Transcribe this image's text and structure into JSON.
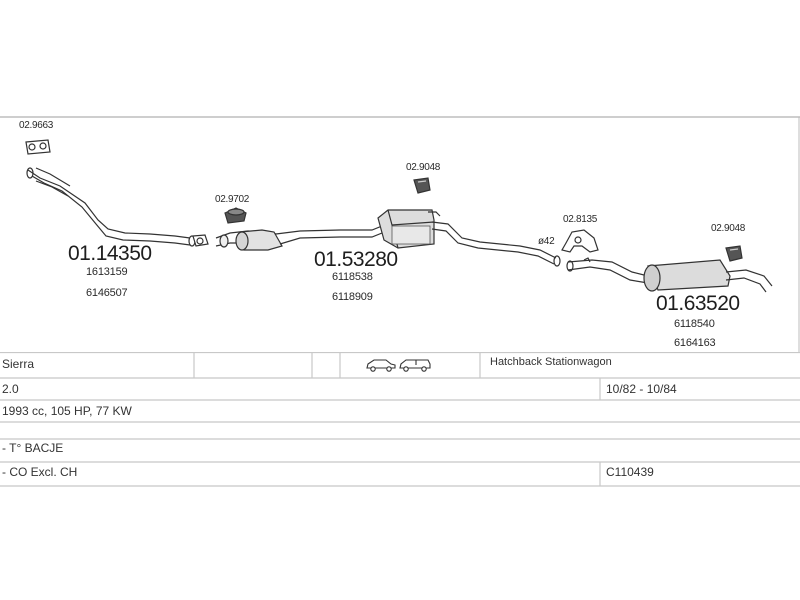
{
  "parts": {
    "p1": {
      "code": "01.14350",
      "refs": [
        "1613159",
        "6146507"
      ]
    },
    "p2": {
      "code": "01.53280",
      "refs": [
        "6118538",
        "6118909"
      ]
    },
    "p3": {
      "code": "01.63520",
      "refs": [
        "6118540",
        "6164163"
      ]
    }
  },
  "accessories": {
    "a1": "02.9663",
    "a2": "02.9702",
    "a3": "02.9048",
    "a4": "02.8135",
    "a5": "02.9048"
  },
  "diameter_label": "ø42",
  "table": {
    "model": "Sierra",
    "body_types": "Hatchback Stationwagon",
    "engine": "2.0",
    "years": "10/82 - 10/84",
    "specs": "1993 cc, 105 HP, 77 KW",
    "note1": "- T° BACJE",
    "note2": "- CO Excl. CH",
    "code": "C110439"
  }
}
